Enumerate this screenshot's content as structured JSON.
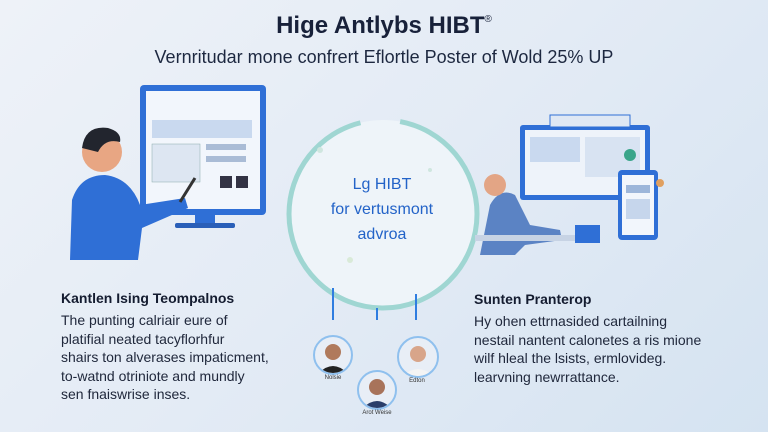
{
  "header": {
    "title": "Hige Antlybs HIBT",
    "registered_mark": "®",
    "subtitle": "Vernritudar mone confrert Eflortle Poster of Wold 25% UP"
  },
  "center": {
    "line1": "Lg HIBT",
    "line2": "for vertusmont",
    "line3": "advroa"
  },
  "left_block": {
    "heading": "Kantlen Ising Teompalnos",
    "lines": [
      "The punting calriair eure of",
      "platifial neated tacyflorhfur",
      "shairs ton alverases impaticment,",
      "to-watnd otriniote and mundly",
      "sen fnaiswrise inses."
    ]
  },
  "right_block": {
    "heading": "Sunten Pranterop",
    "lines": [
      "Hy ohen ettrnasided cartailning",
      "nestail nantent calonetes a ris mione",
      "wilf hleal the lsists, ermlovideg.",
      "learvning newrrattance."
    ]
  },
  "people": [
    {
      "name": "Nolsie"
    },
    {
      "name": "Arot Weise"
    },
    {
      "name": "Edton"
    }
  ],
  "colors": {
    "accent": "#2363c8",
    "teal": "#8fd0cc",
    "navy": "#18213a"
  }
}
